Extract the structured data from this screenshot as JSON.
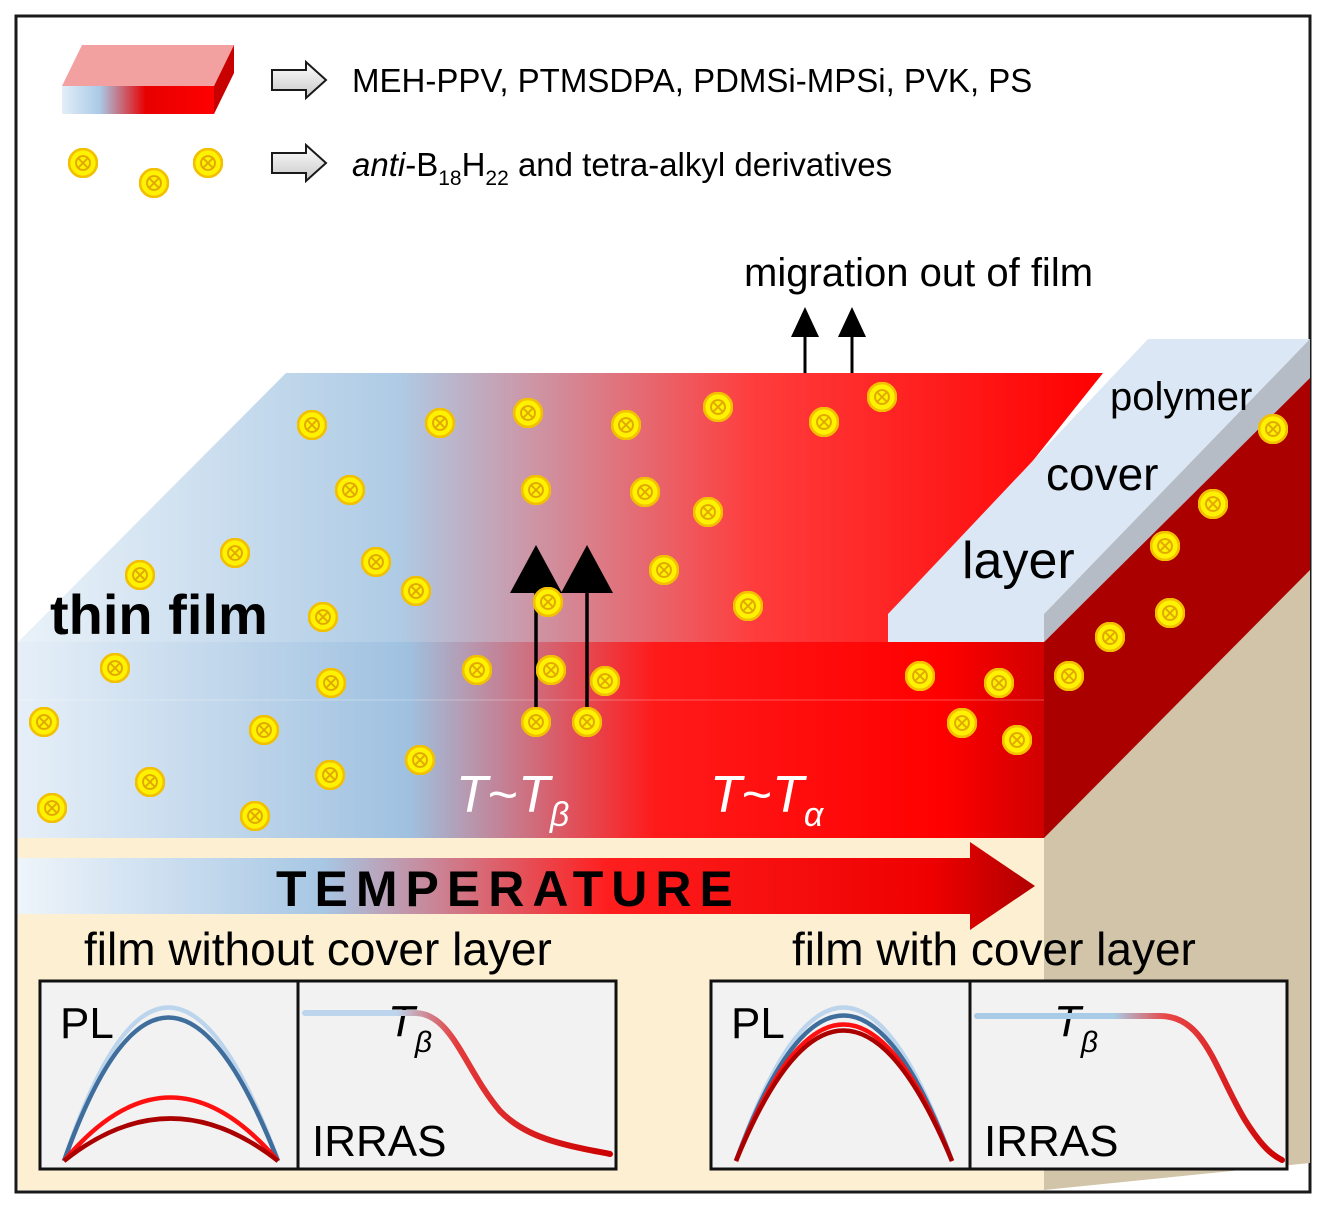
{
  "legend": {
    "polymers": "MEH-PPV, PTMSDPA, PDMSi-MPSi, PVK, PS",
    "dopant_prefix": "anti",
    "dopant_b": "-B",
    "dopant_b_sub": "18",
    "dopant_h": "H",
    "dopant_h_sub": "22",
    "dopant_suffix": " and tetra-alkyl derivatives"
  },
  "labels": {
    "migration": "migration out of film",
    "thin_film": "thin film",
    "cover_1": "polymer",
    "cover_2": "cover",
    "cover_3": "layer",
    "t_beta_T": "T",
    "t_beta_tilde": "~",
    "t_beta_sym": "T",
    "t_beta_sub": "β",
    "t_alpha_T": "T",
    "t_alpha_tilde": "~",
    "t_alpha_sym": "T",
    "t_alpha_sub": "α",
    "temperature": "TEMPERATURE",
    "left_title": "film without cover layer",
    "right_title": "film with cover layer"
  },
  "insets": {
    "pl": "PL",
    "irras": "IRRAS",
    "tb_T": "T",
    "tb_sub": "β"
  },
  "colors": {
    "cold": "#a9cbe6",
    "hot": "#ff0000",
    "dark_red": "#aa0000",
    "pale": "#dde9f5",
    "base": "#fdf0d2",
    "dopant": "#fff200",
    "dopant_ring": "#f2c200"
  }
}
